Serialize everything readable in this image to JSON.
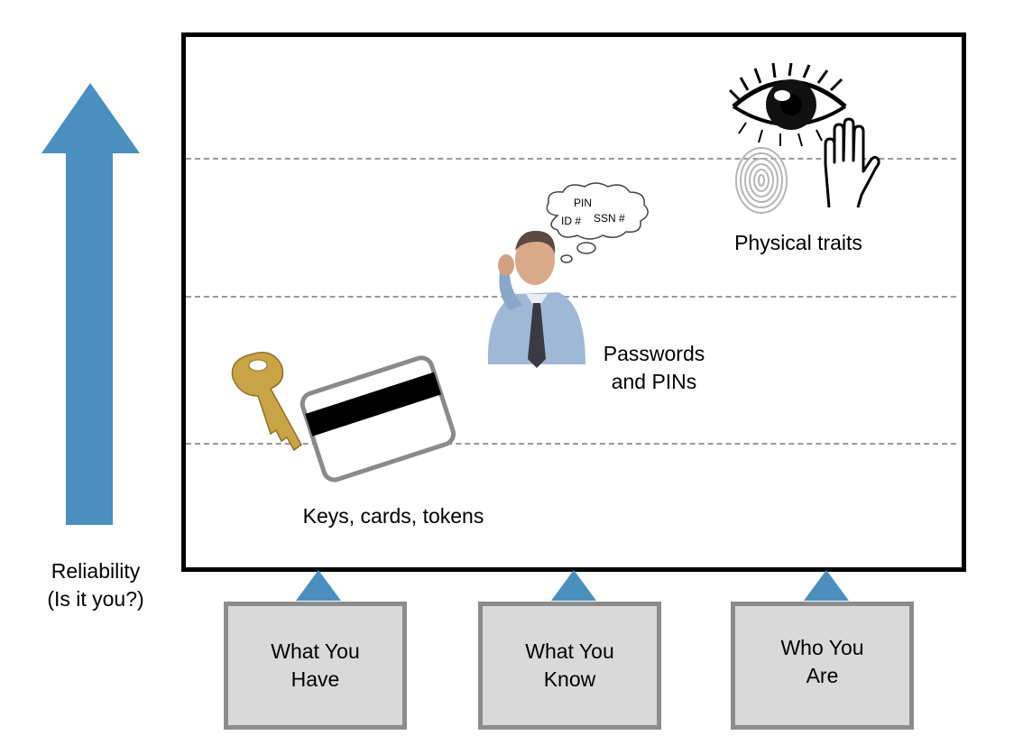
{
  "axis": {
    "label_line1": "Reliability",
    "label_line2": "(Is it you?)"
  },
  "regions": {
    "physical": "Physical traits",
    "passwords_line1": "Passwords",
    "passwords_line2": "and PINs",
    "keys": "Keys, cards, tokens"
  },
  "thought_bubble": {
    "pin": "PIN",
    "id": "ID #",
    "ssn": "SSN #"
  },
  "categories": [
    {
      "label": "What You\nHave"
    },
    {
      "label": "What You\nKnow"
    },
    {
      "label": "Who You\nAre"
    }
  ],
  "colors": {
    "arrow": "#4a8fbe",
    "box_fill": "#d9d9d9",
    "box_border": "#8c8c8c",
    "dash": "#9a9a9a"
  },
  "icons": [
    "eye-icon",
    "fingerprint-icon",
    "hand-icon",
    "key-icon",
    "card-icon",
    "person-thinking-icon",
    "thought-bubble-icon"
  ]
}
